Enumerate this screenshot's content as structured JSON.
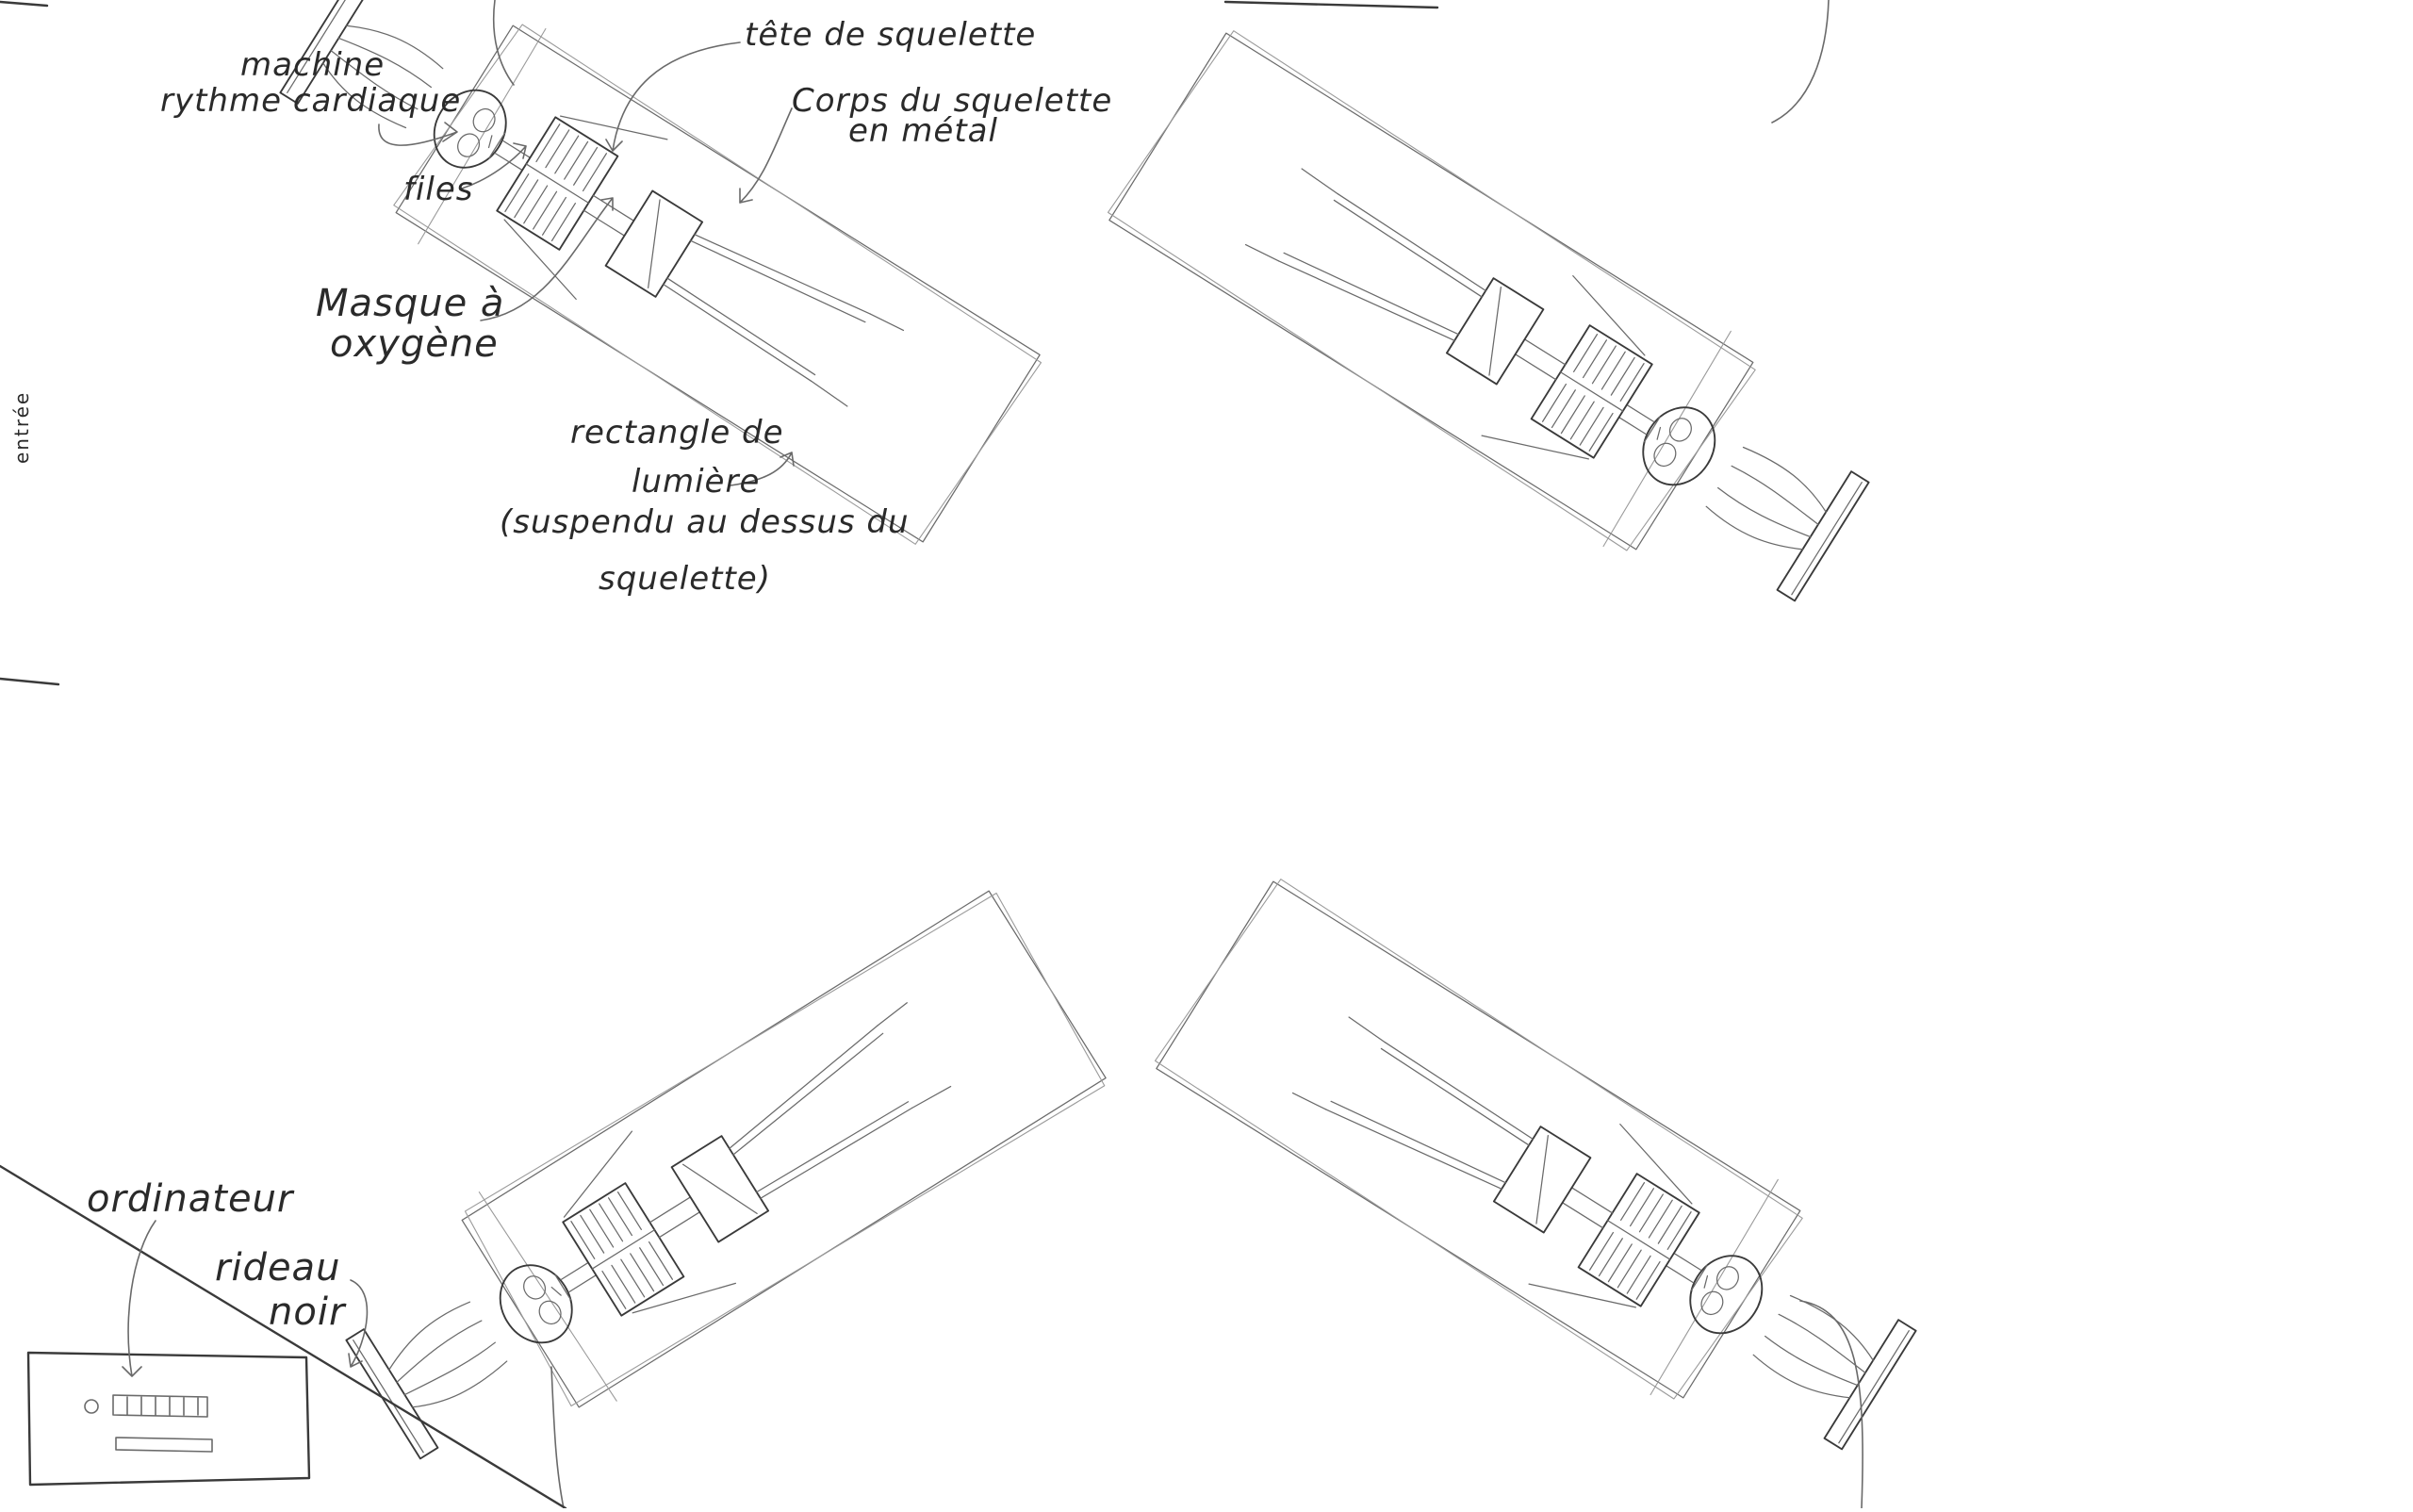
{
  "labels": {
    "machine_line1": "machine",
    "machine_line2": "rythme cardiaque",
    "files": "files",
    "masque_line1": "Masque à",
    "masque_line2": "oxygène",
    "tete": "tête de squelette",
    "corps_line1": "Corps du squelette",
    "corps_line2": "en métal",
    "rectangle_line1": "rectangle de",
    "rectangle_line2": "lumière",
    "suspendu_line1": "(suspendu au dessus du",
    "suspendu_line2": "squelette)",
    "entree": "entrée",
    "ordinateur": "ordinateur",
    "rideau_line1": "rideau",
    "rideau_line2": "noir"
  },
  "colors": {
    "ink": "#3a3a3a",
    "background": "#ffffff"
  }
}
